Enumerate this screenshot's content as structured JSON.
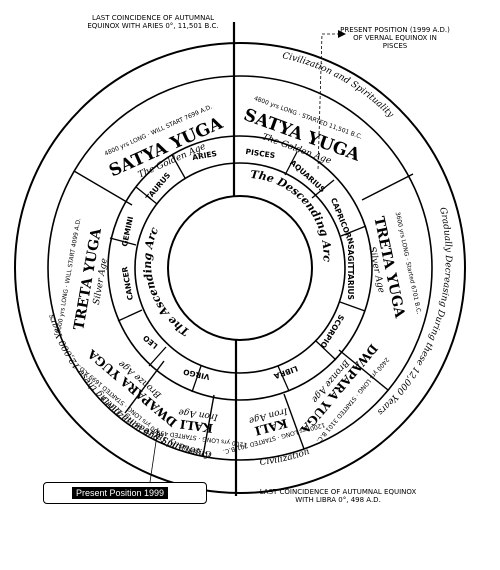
{
  "notes": {
    "top_left": "Last coincidence of autumnal equinox with Aries 0°, 11,501 B.C.",
    "top_right": "Present position (1999 A.D.) of vernal equinox in Pisces",
    "bottom": "Last coincidence of autumnal equinox with Libra 0°, 498 A.D."
  },
  "badge": {
    "label": "Present Position 1999"
  },
  "outer_ring": {
    "left": "Gradually Increasing During these 12,000 Years",
    "top": "Civilization and Spirituality",
    "right": "Gradually Decreasing During these 12,000 Years",
    "bottom_left": "Civilization and Spirituality",
    "bottom_right": "Civilization"
  },
  "yugas_left": [
    {
      "name": "SATYA YUGA",
      "sub": "The Golden Age",
      "span": "4800 yrs LONG · WILL START 7699 A.D."
    },
    {
      "name": "TRETA YUGA",
      "sub": "Silver Age",
      "span": "3600 yrs LONG · WILL START 4099 A.D."
    },
    {
      "name": "DWAPARA YUGA",
      "sub": "Bronze Age",
      "span": "2400 yrs LONG · STARTED 1699 A.D."
    },
    {
      "name": "KALI",
      "sub": "Iron Age",
      "span": "1200 yrs LONG · STARTED 499 A.D."
    }
  ],
  "yugas_right": [
    {
      "name": "SATYA YUGA",
      "sub": "The Golden Age",
      "span": "4800 yrs LONG · STARTED 11,501 B.C."
    },
    {
      "name": "TRETA YUGA",
      "sub": "Silver Age",
      "span": "3600 yrs LONG · Started 6701 B.C."
    },
    {
      "name": "DWAPARA YUGA",
      "sub": "Bronze Age",
      "span": "2400 yrs LONG · STARTED 3101 B.C."
    },
    {
      "name": "KALI",
      "sub": "Iron Age",
      "span": "1200 yrs LONG · STARTED 701 B.C."
    }
  ],
  "zodiac_left": [
    "ARIES",
    "TAURUS",
    "GEMINI",
    "CANCER",
    "LEO",
    "VIRGO"
  ],
  "zodiac_right": [
    "PISCES",
    "AQUARIUS",
    "CAPRICORN",
    "SAGITTARIUS",
    "SCORPIO",
    "LIBRA"
  ],
  "inner_arcs": {
    "left": "The Ascending Arc",
    "right": "The Descending Arc"
  }
}
